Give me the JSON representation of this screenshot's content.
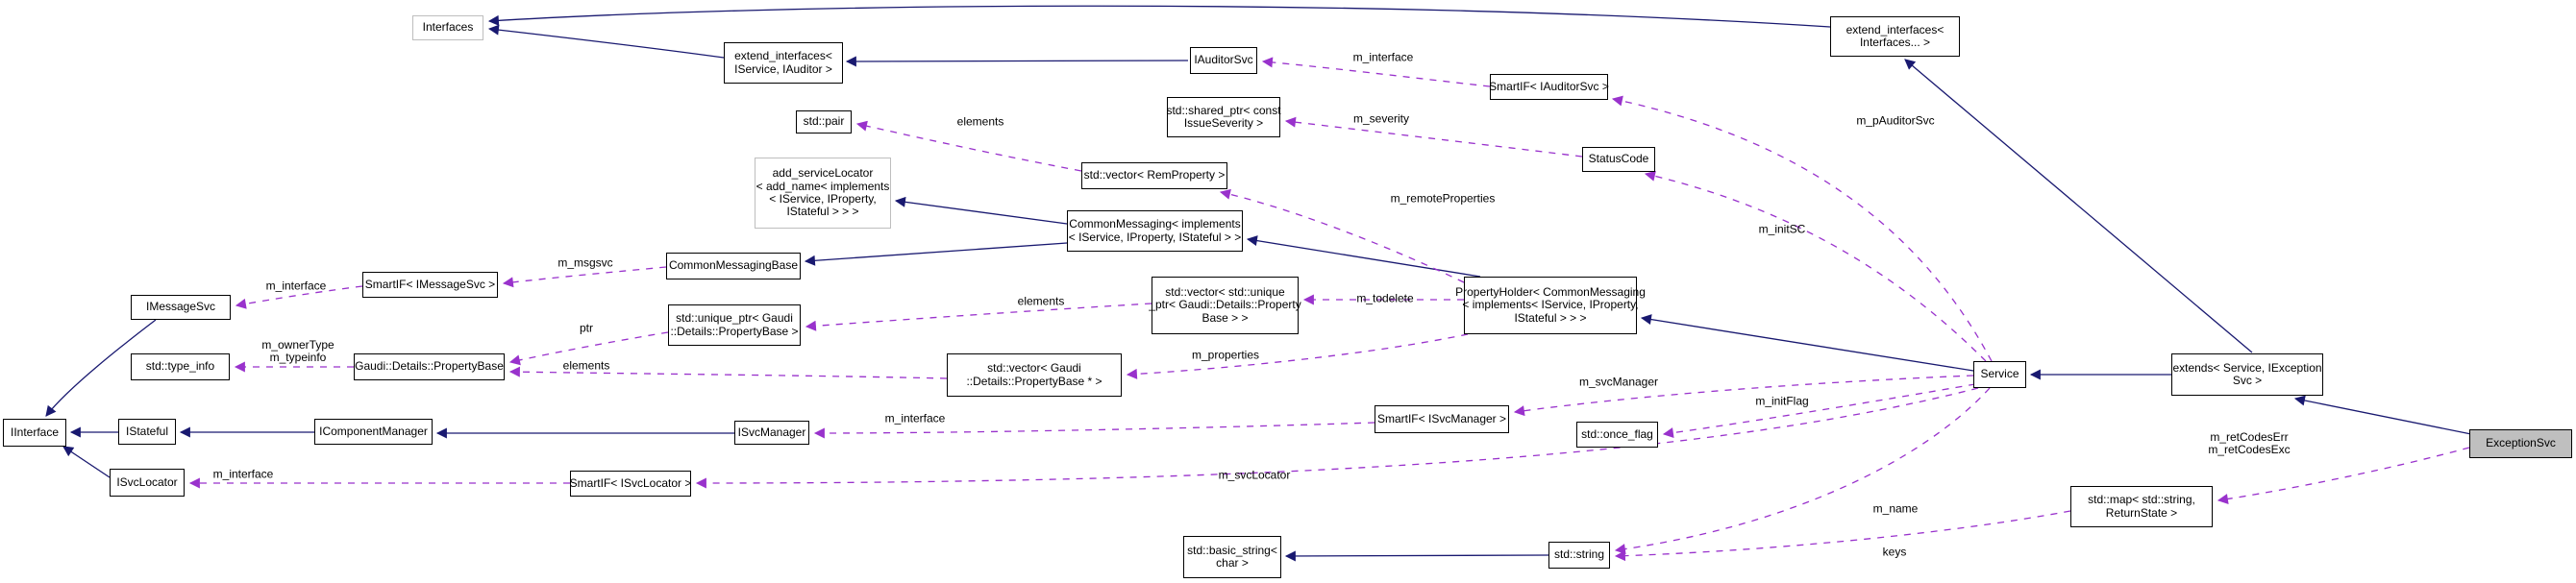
{
  "graph": {
    "colors": {
      "inheritance_edge": "#191970",
      "usage_edge": "#9932cc",
      "node_border": "#000000",
      "external_node_border": "#bebebe",
      "focus_node_fill": "#bfbfbf",
      "background": "#ffffff",
      "text": "#000000"
    },
    "nodes": {
      "interfaces": {
        "label": "Interfaces"
      },
      "extend_interfaces_iservice_iauditor": {
        "label": "extend_interfaces<\nIService, IAuditor >"
      },
      "iauditorsvc": {
        "label": "IAuditorSvc"
      },
      "extend_interfaces_variadic": {
        "label": "extend_interfaces<\nInterfaces... >"
      },
      "smartif_iauditorsvc": {
        "label": "SmartIF< IAuditorSvc >"
      },
      "std_pair": {
        "label": "std::pair"
      },
      "std_shared_ptr_issueseverity": {
        "label": "std::shared_ptr< const\nIssueSeverity >"
      },
      "statuscode": {
        "label": "StatusCode"
      },
      "add_servicelocator": {
        "label": "add_serviceLocator\n< add_name< implements\n< IService, IProperty,\nIStateful > > >"
      },
      "std_vector_remproperty": {
        "label": "std::vector< RemProperty >"
      },
      "commonmessaging": {
        "label": "CommonMessaging< implements\n< IService, IProperty, IStateful > >"
      },
      "commonmessagingbase": {
        "label": "CommonMessagingBase"
      },
      "smartif_imessagesvc": {
        "label": "SmartIF< IMessageSvc >"
      },
      "imessagesvc": {
        "label": "IMessageSvc"
      },
      "std_unique_ptr_propertybase": {
        "label": "std::unique_ptr< Gaudi\n::Details::PropertyBase >"
      },
      "std_vector_unique_ptr": {
        "label": "std::vector< std::unique\n_ptr< Gaudi::Details::Property\nBase > >"
      },
      "propertyholder": {
        "label": "PropertyHolder< CommonMessaging\n< implements< IService, IProperty,\nIStateful > > >"
      },
      "std_type_info": {
        "label": "std::type_info"
      },
      "gaudi_details_propertybase": {
        "label": "Gaudi::Details::PropertyBase"
      },
      "std_vector_propertybase_ptr": {
        "label": "std::vector< Gaudi\n::Details::PropertyBase * >"
      },
      "service": {
        "label": "Service"
      },
      "extends_service_iexceptionsvc": {
        "label": "extends< Service, IException\nSvc >"
      },
      "iinterface": {
        "label": "IInterface"
      },
      "istateful": {
        "label": "IStateful"
      },
      "icomponentmanager": {
        "label": "IComponentManager"
      },
      "isvcmanager": {
        "label": "ISvcManager"
      },
      "smartif_isvcmanager": {
        "label": "SmartIF< ISvcManager >"
      },
      "std_once_flag": {
        "label": "std::once_flag"
      },
      "exceptionsvc": {
        "label": "ExceptionSvc"
      },
      "isvclocator": {
        "label": "ISvcLocator"
      },
      "smartif_isvclocator": {
        "label": "SmartIF< ISvcLocator >"
      },
      "std_map_returnstate": {
        "label": "std::map< std::string,\nReturnState >"
      },
      "std_basic_string_char": {
        "label": "std::basic_string<\nchar >"
      },
      "std_string": {
        "label": "std::string"
      }
    },
    "edge_labels": {
      "m_interface_auditorsvc": "m_interface",
      "m_pauditorsvc": "m_pAuditorSvc",
      "m_severity": "m_severity",
      "elements_pair": "elements",
      "m_remoteproperties": "m_remoteProperties",
      "m_initsc": "m_initSC",
      "m_msgsvc": "m_msgsvc",
      "m_interface_imessagesvc": "m_interface",
      "elements_unique_ptr": "elements",
      "m_todelete": "m_todelete",
      "ptr": "ptr",
      "m_ownertype_typeinfo": "m_ownerType\nm_typeinfo",
      "elements_propertybase": "elements",
      "m_properties": "m_properties",
      "m_svcmanager": "m_svcManager",
      "m_initflag": "m_initFlag",
      "m_interface_isvcmanager": "m_interface",
      "m_interface_isvclocator": "m_interface",
      "m_svclocator": "m_svcLocator",
      "m_retcodes": "m_retCodesErr\nm_retCodesExc",
      "m_name": "m_name",
      "keys": "keys"
    }
  }
}
